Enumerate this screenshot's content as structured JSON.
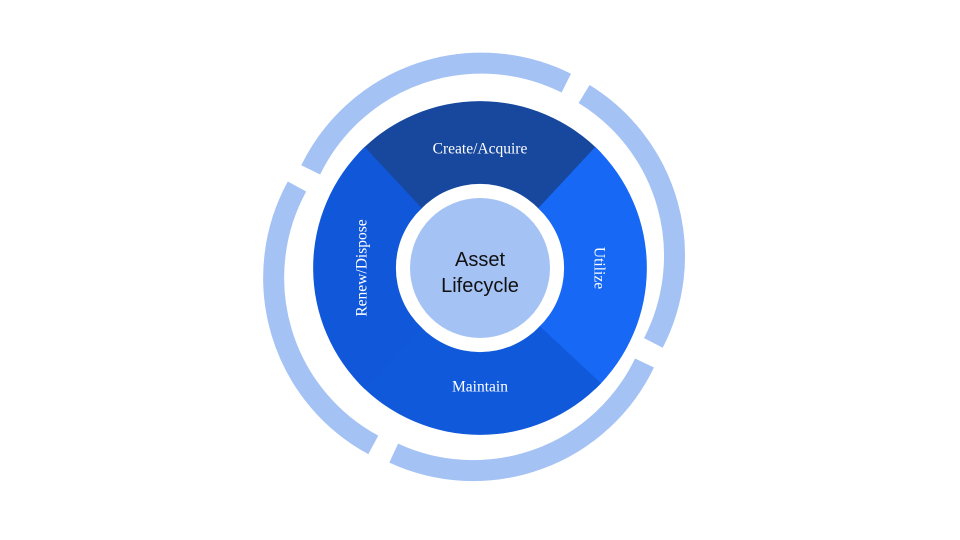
{
  "diagram": {
    "title": "Asset Lifecycle",
    "type": "cycle-wheel",
    "hub": {
      "line1": "Asset",
      "line2": "Lifecycle",
      "fill": "#A5C2F5",
      "text_color": "#111111"
    },
    "outer_ring": {
      "fill": "#A5C2F5",
      "segment_count": 4
    },
    "background": "#FFFFFF",
    "segments": [
      {
        "label": "Create/Acquire",
        "color": "#17489E",
        "text_color": "#FFFFFF",
        "position": "top",
        "rotation_deg": 0,
        "order": 1
      },
      {
        "label": "Utilize",
        "color": "#1668F5",
        "text_color": "#FFFFFF",
        "position": "right",
        "rotation_deg": 90,
        "order": 2
      },
      {
        "label": "Maintain",
        "color": "#1159DB",
        "text_color": "#FFFFFF",
        "position": "bottom",
        "rotation_deg": 0,
        "order": 3
      },
      {
        "label": "Renew/Dispose",
        "color": "#1057D9",
        "text_color": "#FFFFFF",
        "position": "left",
        "rotation_deg": -90,
        "order": 4
      }
    ]
  },
  "chart_data": {
    "type": "pie",
    "title": "Asset Lifecycle",
    "categories": [
      "Create/Acquire",
      "Utilize",
      "Maintain",
      "Renew/Dispose"
    ],
    "values": [
      25,
      25,
      25,
      25
    ],
    "colors": [
      "#17489E",
      "#1668F5",
      "#1159DB",
      "#1057D9"
    ],
    "xlabel": "",
    "ylabel": "",
    "legend": "none",
    "grid": false
  }
}
